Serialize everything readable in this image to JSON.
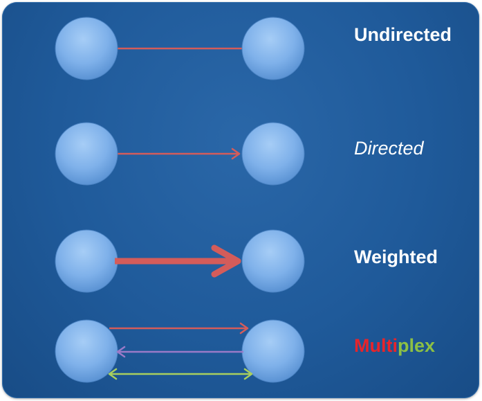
{
  "labels": {
    "undirected": "Undirected",
    "directed": "Directed",
    "weighted": "Weighted",
    "multiplex_part1": "Multi",
    "multiplex_part2": "plex"
  },
  "colors": {
    "background": "#1f5a9a",
    "node_fill": "#7fb1ea",
    "edge_red": "#d45c5a",
    "edge_purple": "#9a7ac8",
    "edge_green": "#a9cf5e",
    "multiplex_red": "#e8242a",
    "multiplex_green": "#8dc044"
  }
}
